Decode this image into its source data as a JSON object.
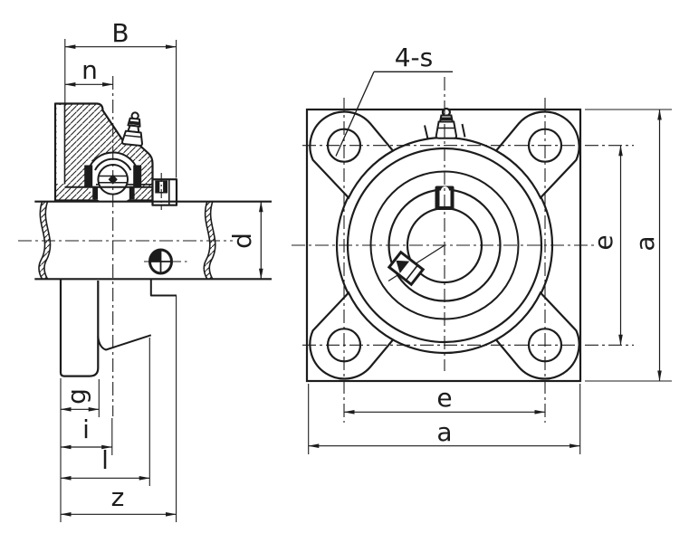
{
  "diagram": {
    "type": "engineering-drawing",
    "subject": "Four-bolt square flange bearing unit (UCF type), side section view and front view",
    "background_color": "#ffffff",
    "line_color": "#1c1c1c",
    "views": {
      "side_section": {
        "name": "side-section-view",
        "components": [
          "flange-housing-section",
          "bearing-ball",
          "seals",
          "inner-ring",
          "set-screw-collar",
          "grease-fitting-icon",
          "shaft",
          "shaft-break-icon",
          "lock-screw-icon",
          "lower-flange-lobe"
        ],
        "dimension_labels": {
          "B": "B",
          "n": "n",
          "d": "d",
          "g": "g",
          "i": "i",
          "l": "l",
          "z": "z"
        }
      },
      "front": {
        "name": "front-view",
        "components": [
          "square-flange",
          "corner-lobes",
          "bolt-holes",
          "housing-circles",
          "bore-circle",
          "set-screw-icon",
          "angled-set-screw-icon",
          "grease-fitting-icon",
          "centerlines"
        ],
        "labels": {
          "bolt_hole_callout": "4-s",
          "e_right": "e",
          "a_right": "a",
          "e_bottom": "e",
          "a_bottom": "a"
        }
      }
    }
  }
}
